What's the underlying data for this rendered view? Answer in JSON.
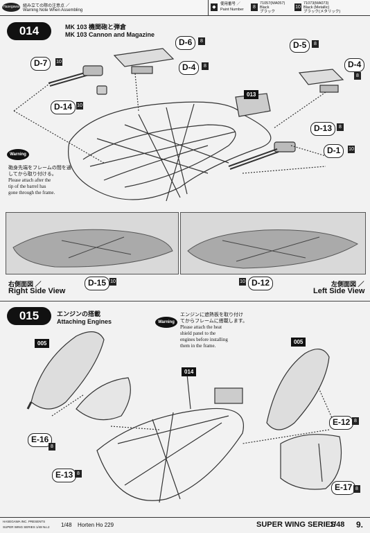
{
  "header": {
    "logo": "Hasegawa",
    "warning_jp": "組み立ての際の注意点 ／",
    "warning_en": "Warning Note When Assembling",
    "paint_jp": "使用番号 ／",
    "paint_en": "Paint Number",
    "paint1_code": "71057(MA057)",
    "paint1_en": "Black",
    "paint1_jp": "ブラック",
    "paint1_num": "8",
    "paint2_code": "71073(MA073)",
    "paint2_en": "Black (Metallic)",
    "paint2_jp": "ブラック(メタリック)",
    "paint2_num": "10"
  },
  "step014": {
    "number": "014",
    "title_jp": "MK 103 機関砲と弾倉",
    "title_en": "MK 103 Cannon and Magazine",
    "sub_013": "013",
    "warning_badge": "Warning",
    "note_jp_1": "砲身先端をフレームの間を通",
    "note_jp_2": "してから取り付ける。",
    "note_en_1": "Please attach after the",
    "note_en_2": "tip of the barrel has",
    "note_en_3": "gone through the frame.",
    "right_view_jp": "右側面図 ／",
    "right_view_en": "Right Side View",
    "left_view_jp": "左側面図 ／",
    "left_view_en": "Left Side View"
  },
  "step015": {
    "number": "015",
    "title_jp": "エンジンの搭載",
    "title_en": "Attaching Engines",
    "tag_005_left": "005",
    "tag_005_right": "005",
    "tag_014": "014",
    "warning_badge": "Warning",
    "note_jp_1": "エンジンに遮熱板を取り付け",
    "note_jp_2": "てからフレームに搭載します。",
    "note_en_1": "Please attach the heat",
    "note_en_2": "shield panel to the",
    "note_en_3": "engines before installing",
    "note_en_4": "them in the frame."
  },
  "callouts": {
    "d7": "D-7",
    "d7_paint": "10",
    "d6": "D-6",
    "d6_paint": "8",
    "d4a": "D-4",
    "d4a_paint": "8",
    "d5": "D-5",
    "d5_paint": "8",
    "d4b": "D-4",
    "d4b_paint": "8",
    "d14": "D-14",
    "d14_paint": "10",
    "d13": "D-13",
    "d13_paint": "8",
    "d1": "D-1",
    "d1_paint": "10",
    "d15": "D-15",
    "d15_paint": "10",
    "d12": "D-12",
    "d12_paint": "10",
    "e16": "E-16",
    "e16_paint": "8",
    "e13": "E-13",
    "e13_paint": "8",
    "e12": "E-12",
    "e12_paint": "8",
    "e17": "E-17",
    "e17_paint": "8"
  },
  "footer": {
    "left_1": "HASEGAWA INC. PRESENTS",
    "left_2": "SUPER WING SERIES  1/48 No.2",
    "scale": "1/48",
    "model": "Horten Ho 229",
    "series": "SUPER WING SERIES",
    "series_scale": "1/48",
    "page": "9."
  },
  "colors": {
    "ink": "#111111",
    "paper": "#f2f2f2",
    "photo_bg": "#d9d9d9"
  }
}
